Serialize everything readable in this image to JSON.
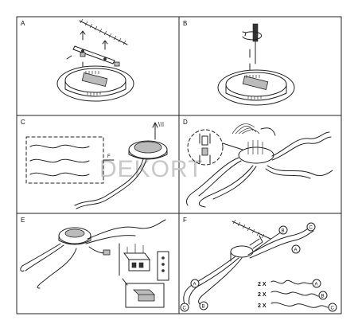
{
  "panels": [
    {
      "label": "A"
    },
    {
      "label": "B"
    },
    {
      "label": "C"
    },
    {
      "label": "D"
    },
    {
      "label": "E"
    },
    {
      "label": "F"
    }
  ],
  "panel_c": {
    "callout": "F"
  },
  "panel_f": {
    "markers": [
      "A",
      "B",
      "C"
    ],
    "legend": [
      {
        "count": "2 X",
        "marker": "A"
      },
      {
        "count": "2 X",
        "marker": "B"
      },
      {
        "count": "2 X",
        "marker": "C"
      }
    ]
  },
  "watermark": "DEKORT"
}
